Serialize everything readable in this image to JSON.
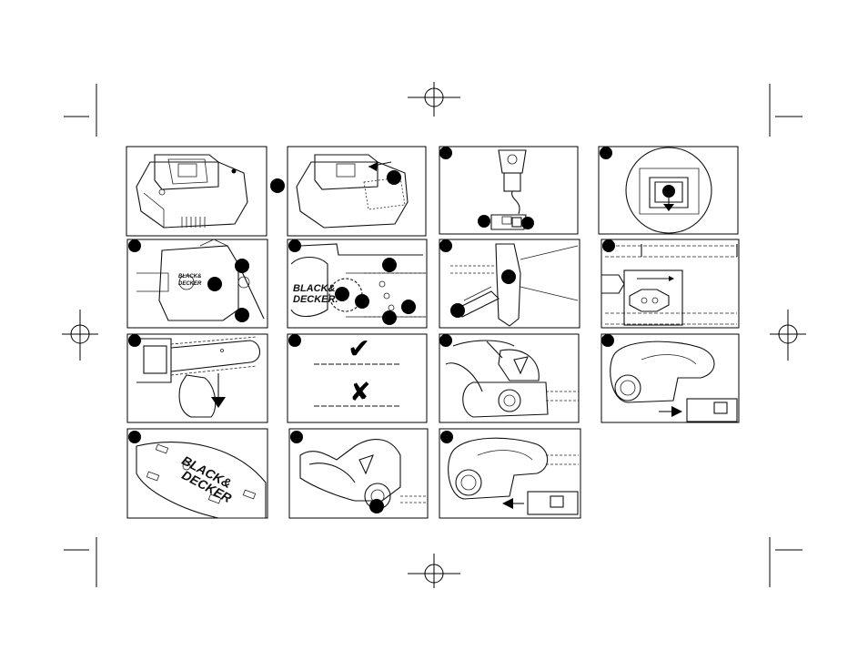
{
  "branding": {
    "logo_text": "BLACK&DECKER",
    "logo_line1": "BLACK&",
    "logo_line2": "DECKER",
    "logo_small_line1": "BLACK&",
    "logo_small_line2": "DECKER",
    "partial_logo": "BLACK& DECKER."
  },
  "symbols": {
    "correct": "✔",
    "incorrect": "✘"
  },
  "panels": [
    {
      "id": "battery-pack"
    },
    {
      "id": "battery-release"
    },
    {
      "id": "charger"
    },
    {
      "id": "charger-indicator"
    },
    {
      "id": "cover-removal"
    },
    {
      "id": "chain-on-sprocket"
    },
    {
      "id": "chain-tension"
    },
    {
      "id": "chain-direction"
    },
    {
      "id": "bar-oil"
    },
    {
      "id": "chain-check"
    },
    {
      "id": "lock-off"
    },
    {
      "id": "battery-insert"
    },
    {
      "id": "guide-bar"
    },
    {
      "id": "handle-grip"
    },
    {
      "id": "battery-remove"
    }
  ],
  "colors": {
    "ink": "#111111",
    "paper": "#ffffff"
  }
}
